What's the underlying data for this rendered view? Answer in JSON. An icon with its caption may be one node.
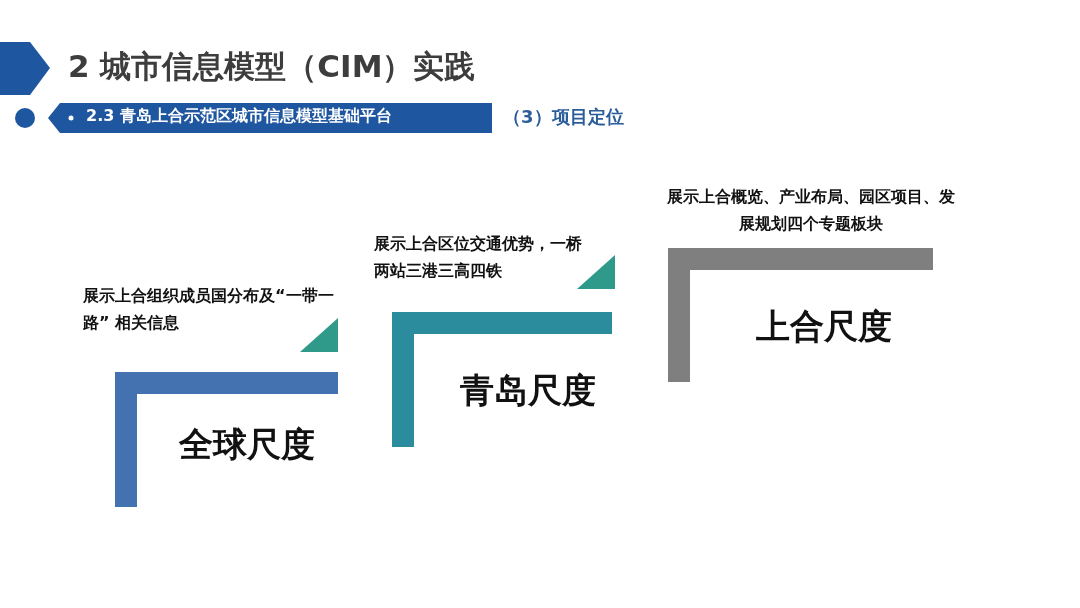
{
  "diagram": {
    "title": "2 城市信息模型（CIM）实践",
    "nodes": [
      {
        "text": [
          "全球尺度"
        ],
        "beside": [
          "展示上合组织成员国分布及“一带一路” 相关信息"
        ]
      },
      {
        "text": [
          "青岛尺度"
        ],
        "beside": [
          "展示上合区位交通优势，一桥两站三港三高四铁"
        ]
      },
      {
        "text": [
          "上合尺度"
        ],
        "beside": [
          "展示上合概览、产业布局、园区项目、发展规划四个专题板块"
        ]
      }
    ],
    "edges": [],
    "labels": [
      "2.3 青岛上合示范区城市信息模型基础平台",
      "（3）项目定位"
    ]
  }
}
